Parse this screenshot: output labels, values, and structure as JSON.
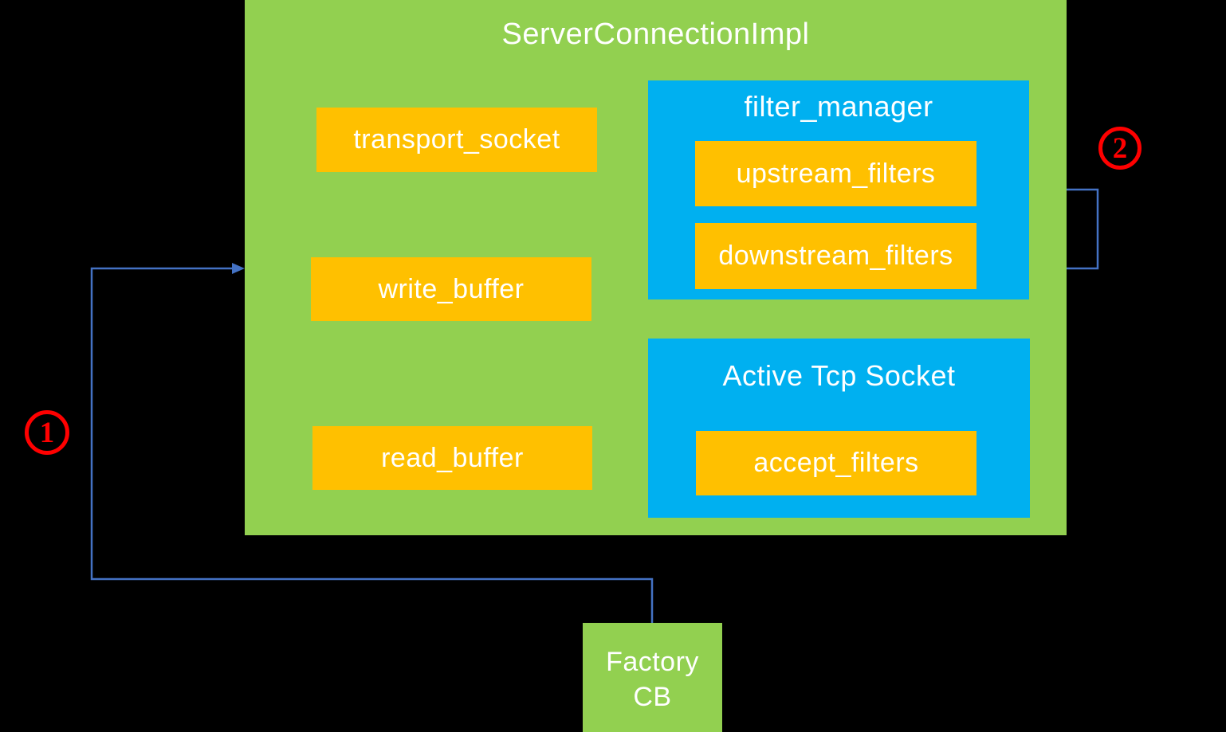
{
  "diagram": {
    "title": "ServerConnectionImpl",
    "members": [
      {
        "label": "transport_socket"
      },
      {
        "label": "write_buffer"
      },
      {
        "label": "read_buffer"
      }
    ],
    "filter_manager": {
      "title": "filter_manager",
      "children": [
        {
          "label": "upstream_filters"
        },
        {
          "label": "downstream_filters"
        }
      ]
    },
    "active_tcp_socket": {
      "title": "Active Tcp Socket",
      "children": [
        {
          "label": "accept_filters"
        }
      ]
    },
    "factory_cb": {
      "label": "Factory CB",
      "lines": [
        "Factory",
        "CB"
      ]
    }
  },
  "callouts": [
    {
      "label": "1"
    },
    {
      "label": "2"
    }
  ],
  "colors": {
    "bg": "#000000",
    "green": "#92D050",
    "blue": "#00B0F0",
    "orange": "#FFC000",
    "connector": "#4472C4",
    "callout": "#FF0000",
    "text": "#FFFFFF"
  }
}
